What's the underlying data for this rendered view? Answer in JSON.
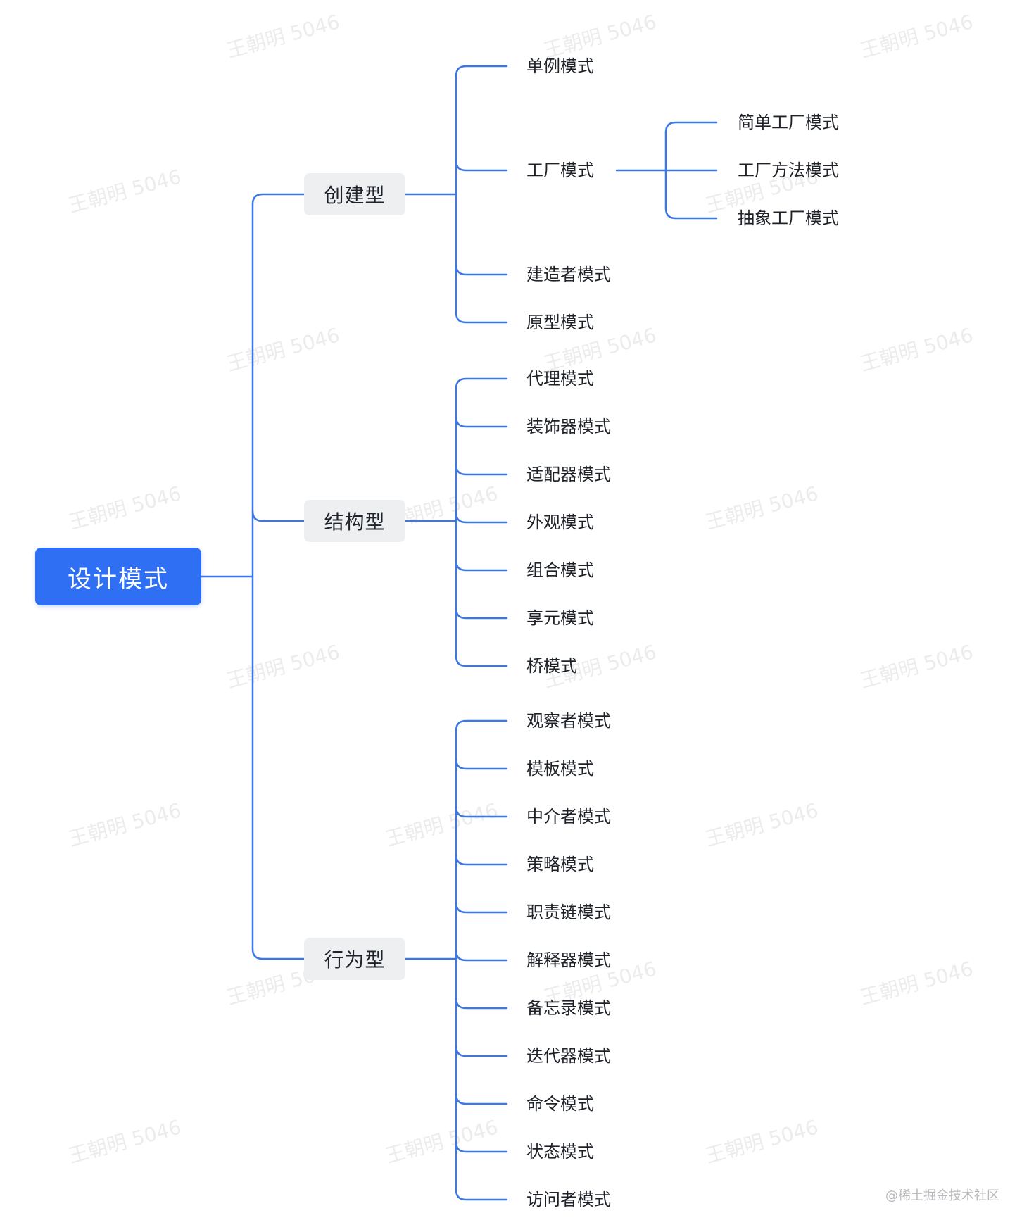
{
  "root": {
    "label": "设计模式"
  },
  "categories": [
    {
      "label": "创建型"
    },
    {
      "label": "结构型"
    },
    {
      "label": "行为型"
    }
  ],
  "creational": {
    "singleton": "单例模式",
    "factory": "工厂模式",
    "factory_children": [
      "简单工厂模式",
      "工厂方法模式",
      "抽象工厂模式"
    ],
    "builder": "建造者模式",
    "prototype": "原型模式"
  },
  "structural": [
    "代理模式",
    "装饰器模式",
    "适配器模式",
    "外观模式",
    "组合模式",
    "享元模式",
    "桥模式"
  ],
  "behavioral": [
    "观察者模式",
    "模板模式",
    "中介者模式",
    "策略模式",
    "职责链模式",
    "解释器模式",
    "备忘录模式",
    "迭代器模式",
    "命令模式",
    "状态模式",
    "访问者模式"
  ],
  "watermark": "王朝明 5046",
  "credit": "@稀土掘金技术社区",
  "colors": {
    "connector": "#3a78ea",
    "root_fill": "#2e6ff3",
    "category_fill": "#eeeff1"
  }
}
